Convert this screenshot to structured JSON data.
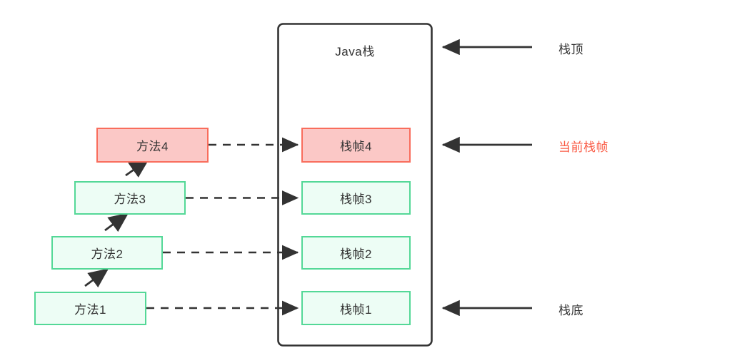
{
  "diagram": {
    "title": "Java栈",
    "container": {
      "name": "java-stack-container",
      "title": "Java栈"
    },
    "methods": [
      {
        "label": "方法4",
        "highlight": true
      },
      {
        "label": "方法3",
        "highlight": false
      },
      {
        "label": "方法2",
        "highlight": false
      },
      {
        "label": "方法1",
        "highlight": false
      }
    ],
    "frames": [
      {
        "label": "栈帧4",
        "highlight": true
      },
      {
        "label": "栈帧3",
        "highlight": false
      },
      {
        "label": "栈帧2",
        "highlight": false
      },
      {
        "label": "栈帧1",
        "highlight": false
      }
    ],
    "annotations": [
      {
        "label": "栈顶",
        "accent": false
      },
      {
        "label": "当前栈帧",
        "accent": true
      },
      {
        "label": "栈底",
        "accent": false
      }
    ],
    "colors": {
      "green_border": "#54d897",
      "green_fill": "#edfdf5",
      "red_border": "#f96d5c",
      "red_fill": "#fbc8c6",
      "accent_text": "#fa5c46",
      "line": "#333333",
      "text": "#333333"
    }
  }
}
